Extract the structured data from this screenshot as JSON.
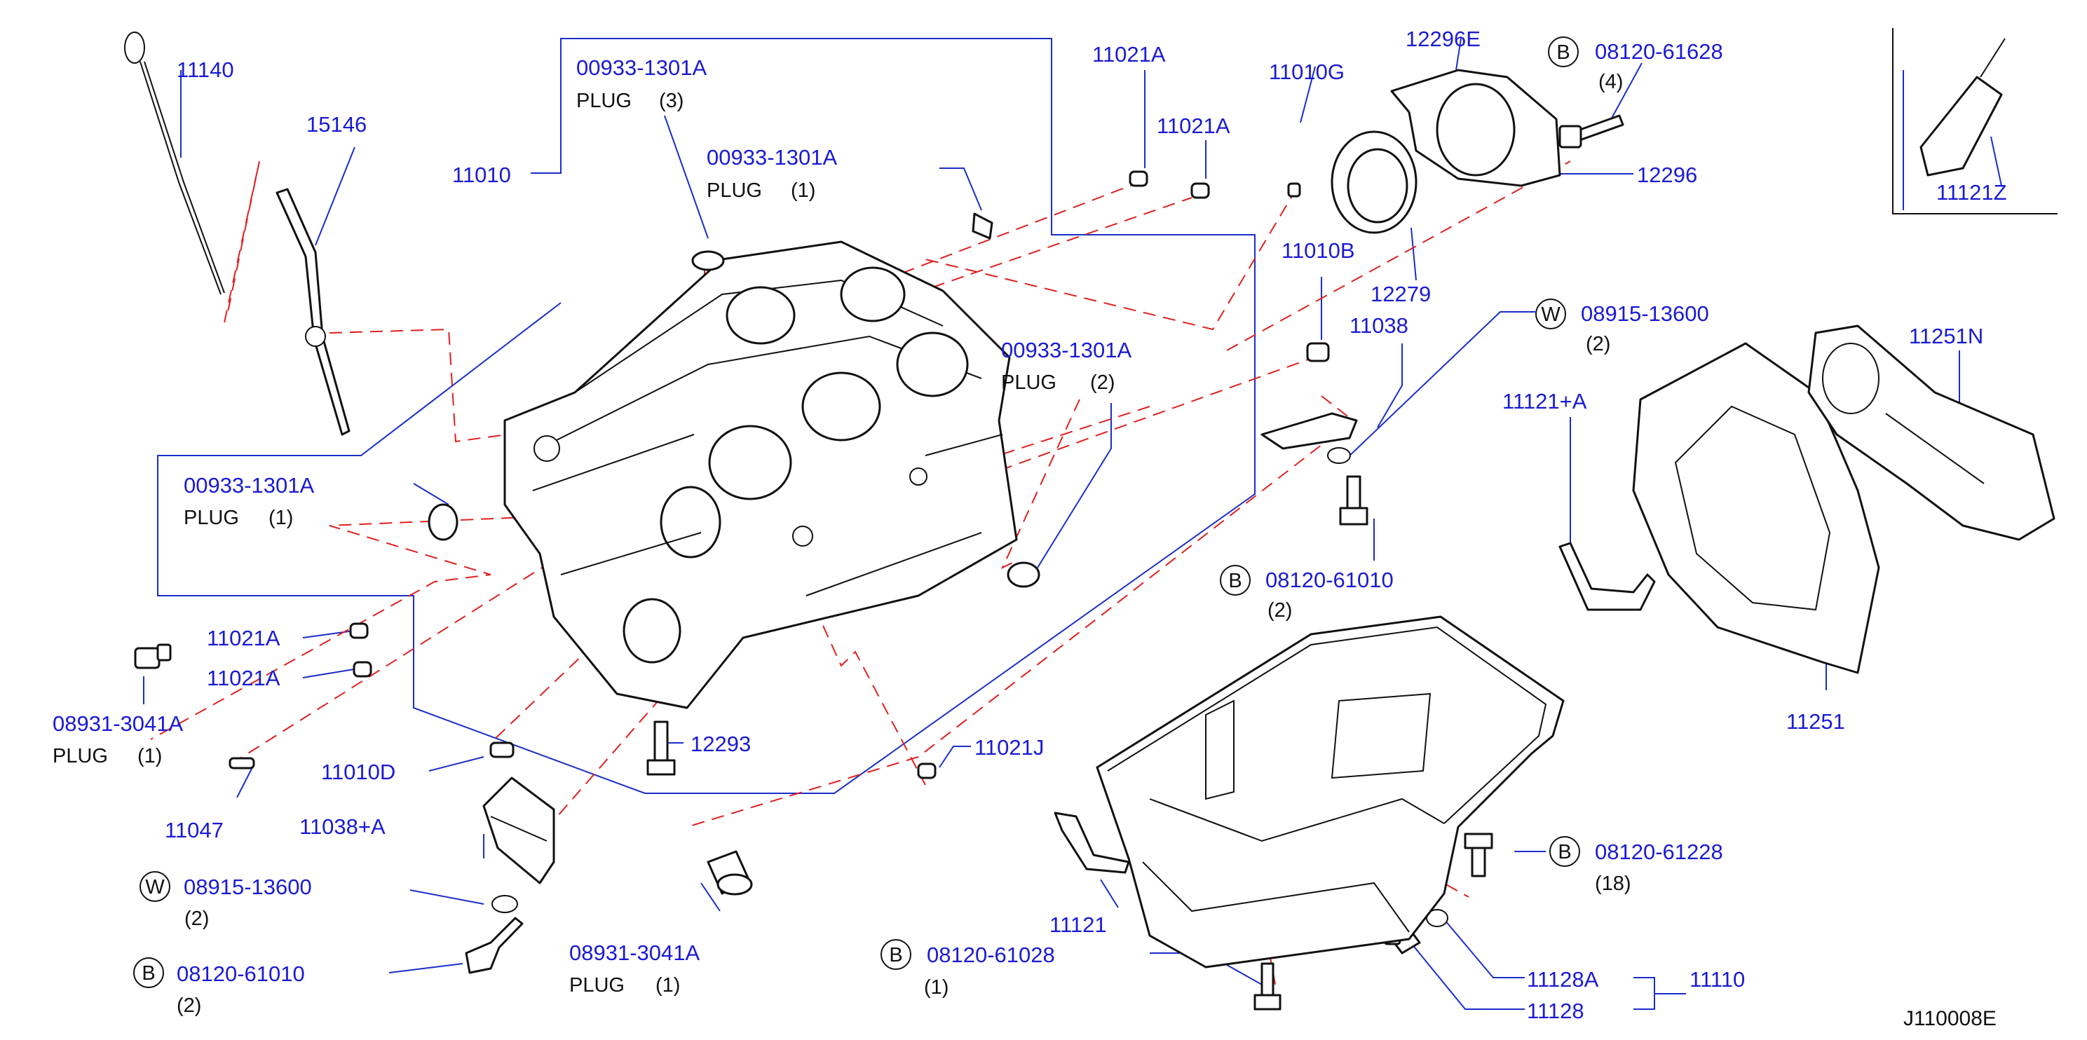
{
  "colors": {
    "label": "#1a1ad4",
    "leader": "#1a2ec8",
    "dashed": "#e02020",
    "part": "#111111"
  },
  "callouts": {
    "c11140": "11140",
    "c15146": "15146",
    "c11010": "11010",
    "c00933_top": "00933-1301A",
    "plug_top": "PLUG",
    "qty_top": "(3)",
    "c00933_mid": "00933-1301A",
    "plug_mid": "PLUG",
    "qty_mid": "(1)",
    "c11021a_1": "11021A",
    "c11021a_2": "11021A",
    "c11010g": "11010G",
    "c12296e": "12296E",
    "c08120_61628": "08120-61628",
    "qty_61628": "(4)",
    "c12296": "12296",
    "c12279": "12279",
    "c11010b": "11010B",
    "c11038": "11038",
    "c00933_right": "00933-1301A",
    "plug_right": "PLUG",
    "qty_right": "(2)",
    "c08915_top": "08915-13600",
    "qty_08915_top": "(2)",
    "c11121z": "11121Z",
    "c11251n": "11251N",
    "c11121a": "11121+A",
    "c00933_left": "00933-1301A",
    "plug_left": "PLUG",
    "qty_left": "(1)",
    "c08120_61010_r": "08120-61010",
    "qty_61010_r": "(2)",
    "c11021a_3": "11021A",
    "c11021a_4": "11021A",
    "c08931_left": "08931-3041A",
    "plug_08931_left": "PLUG",
    "qty_08931_left": "(1)",
    "c12293": "12293",
    "c11021j": "11021J",
    "c11010d": "11010D",
    "c11251": "11251",
    "c11047": "11047",
    "c11038a": "11038+A",
    "c08915_bot": "08915-13600",
    "qty_08915_bot": "(2)",
    "c08120_61228": "08120-61228",
    "qty_61228": "(18)",
    "c11121": "11121",
    "c08931_bot": "08931-3041A",
    "plug_08931_bot": "PLUG",
    "qty_08931_bot": "(1)",
    "c08120_61010_l": "08120-61010",
    "qty_61010_l": "(2)",
    "c08120_61028": "08120-61028",
    "qty_61028": "(1)",
    "c11128a": "11128A",
    "c11110": "11110",
    "c11128": "11128",
    "diagram_id": "J110008E"
  },
  "badges": {
    "b1": "B",
    "b2": "W",
    "b3": "B",
    "b4": "W",
    "b5": "B",
    "b6": "B",
    "b7": "B"
  }
}
